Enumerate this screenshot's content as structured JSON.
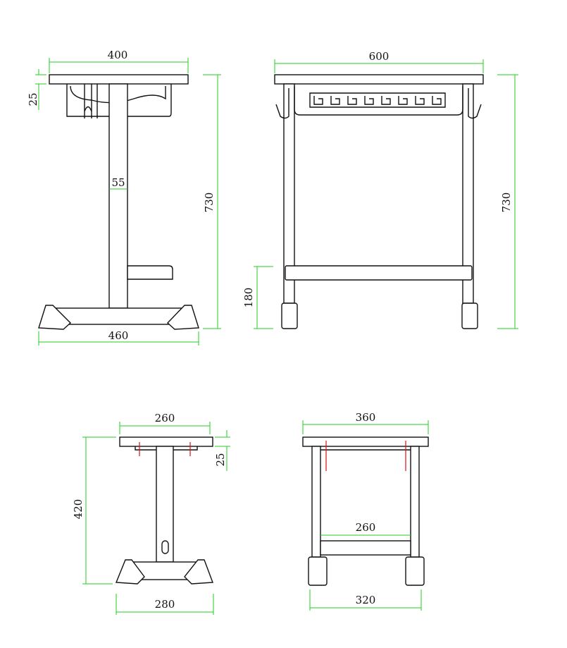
{
  "views": {
    "side_tall": {
      "width": "400",
      "top_thickness": "25",
      "pole": "55",
      "base": "460",
      "height": "730"
    },
    "front_tall": {
      "width": "600",
      "footrest_height": "180",
      "height": "730"
    },
    "side_short": {
      "width": "260",
      "top_thickness": "25",
      "height": "420",
      "base": "280"
    },
    "front_short": {
      "width": "360",
      "crossbar": "260",
      "base": "320"
    }
  },
  "colors": {
    "dimension": "#1fd01f",
    "marker": "#e01010",
    "outline": "#111111"
  }
}
